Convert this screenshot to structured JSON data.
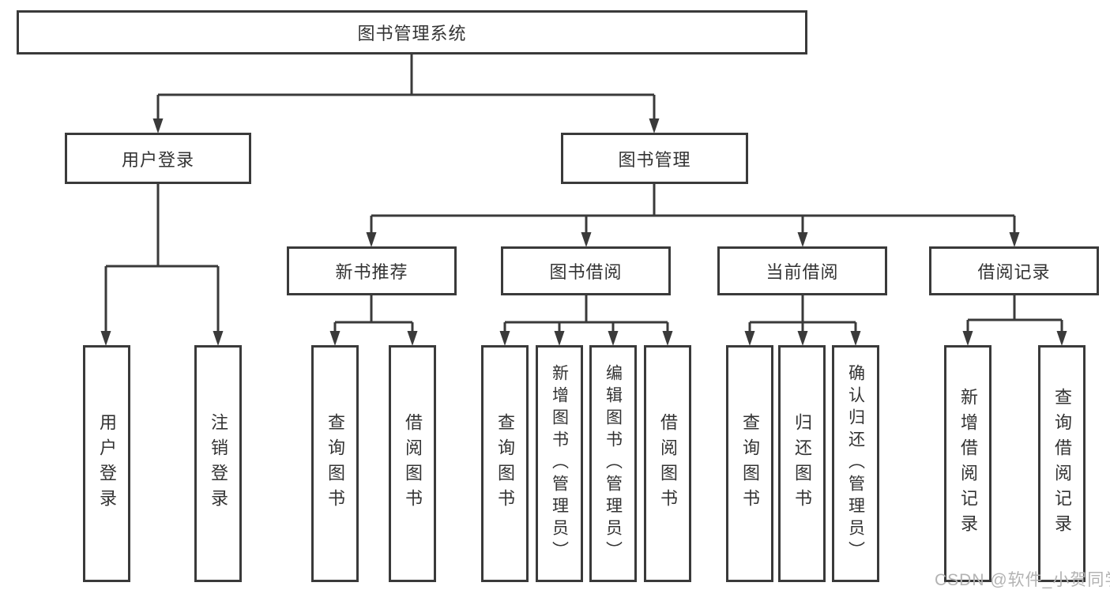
{
  "diagram": {
    "root": {
      "label": "图书管理系统"
    },
    "level2": [
      {
        "label": "用户登录"
      },
      {
        "label": "图书管理"
      }
    ],
    "level3": [
      {
        "label": "新书推荐"
      },
      {
        "label": "图书借阅"
      },
      {
        "label": "当前借阅"
      },
      {
        "label": "借阅记录"
      }
    ],
    "leaves": {
      "user_login": [
        "用户登录",
        "注销登录"
      ],
      "new_books": [
        "查询图书",
        "借阅图书"
      ],
      "book_borrow": [
        "查询图书",
        "新增图书（管理员）",
        "编辑图书（管理员）",
        "借阅图书"
      ],
      "current_borrow": [
        "查询图书",
        "归还图书",
        "确认归还（管理员）"
      ],
      "borrow_records": [
        "新增借阅记录",
        "查询借阅记录"
      ]
    }
  },
  "watermark": {
    "text": "CSDN @软件_小贺同学"
  },
  "colors": {
    "line": "#3a3a3a",
    "text": "#333333",
    "watermark": "#b3b3b3",
    "background": "#ffffff"
  }
}
